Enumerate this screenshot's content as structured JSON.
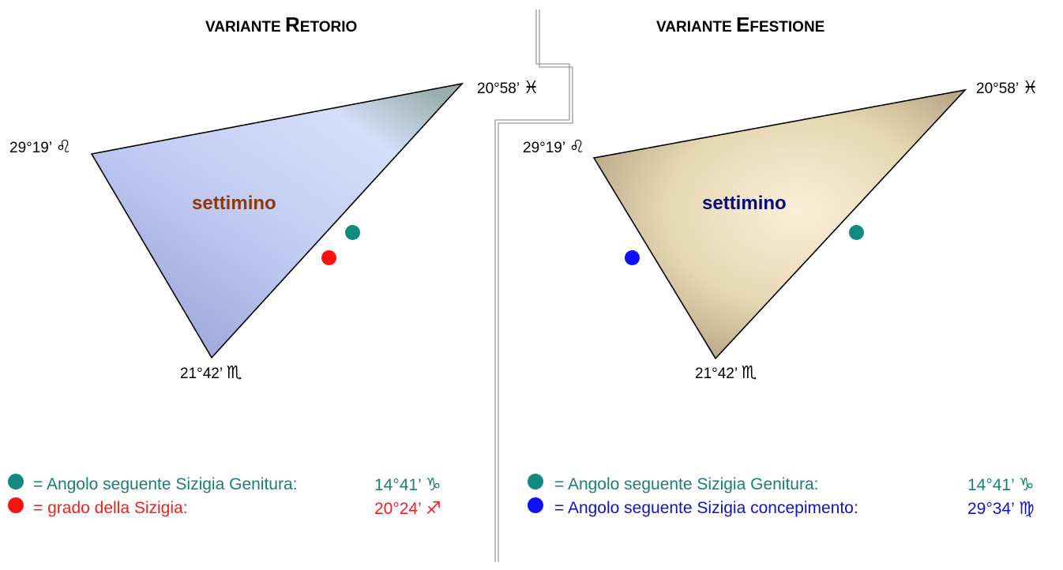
{
  "left": {
    "title_first": "V",
    "title_rest": "ariante ",
    "title_name_first": "R",
    "title_name_rest": "etorio",
    "vertex_top_right": {
      "text": "20°58’",
      "glyph": "♓"
    },
    "vertex_left": {
      "text": "29°19’",
      "glyph": "♌"
    },
    "vertex_bottom": {
      "text": "21°42’",
      "glyph": "♏"
    },
    "center_label": "settimino",
    "legend": [
      {
        "text": "= Angolo seguente Sizigia Genitura:",
        "value": "14°41’",
        "glyph": "♑",
        "color": "#1a7f74"
      },
      {
        "text": "= grado della Sizigia:",
        "value": "20°24’",
        "glyph": "♐",
        "color": "#ff1a1a"
      }
    ]
  },
  "right": {
    "title_first": "V",
    "title_rest": "ariante ",
    "title_name_first": "E",
    "title_name_rest": "festione",
    "vertex_top_right": {
      "text": "20°58’",
      "glyph": "♓"
    },
    "vertex_left": {
      "text": "29°19’",
      "glyph": "♌"
    },
    "vertex_bottom": {
      "text": "21°42’",
      "glyph": "♏"
    },
    "center_label": "settimino",
    "legend": [
      {
        "text": "= Angolo seguente Sizigia Genitura:",
        "value": "14°41’",
        "glyph": "♑",
        "color": "#1a7f74"
      },
      {
        "text": "= Angolo seguente Sizigia concepimento:",
        "value": "29°34’",
        "glyph": "♍",
        "color": "#1010d0"
      }
    ]
  },
  "colors": {
    "teal": "#138a80",
    "red": "#ff1010",
    "blue": "#1010ff",
    "left_label": "#8b3a10",
    "right_label": "#0a0a7a",
    "left_triangle": "#c9d2f2",
    "right_triangle": "#e6d8b4"
  }
}
